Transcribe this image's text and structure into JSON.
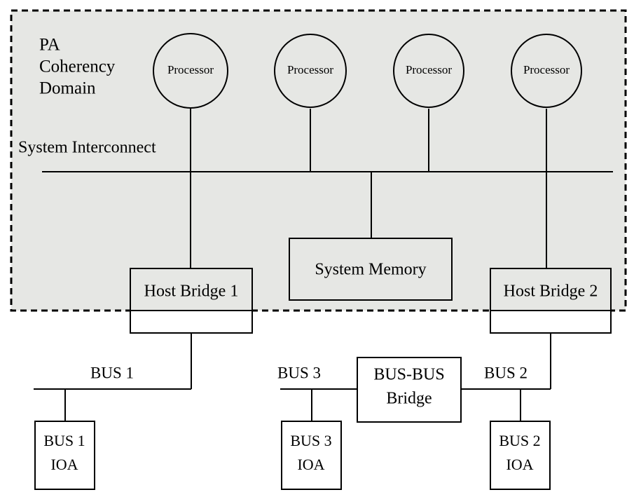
{
  "diagram": {
    "title": "PA Coherency Domain system interconnect block diagram",
    "background_color": "#ffffff",
    "domain_fill_color": "#e6e7e4",
    "line_color": "#000000"
  },
  "domain": {
    "label_line1": "PA",
    "label_line2": "Coherency",
    "label_line3": "Domain",
    "border_style": "dashed"
  },
  "interconnect": {
    "label": "System Interconnect"
  },
  "processors": [
    {
      "label": "Processor"
    },
    {
      "label": "Processor"
    },
    {
      "label": "Processor"
    },
    {
      "label": "Processor"
    }
  ],
  "memory": {
    "label": "System Memory"
  },
  "host_bridges": [
    {
      "label": "Host Bridge 1"
    },
    {
      "label": "Host Bridge 2"
    }
  ],
  "bus_bridge": {
    "label_line1": "BUS-BUS",
    "label_line2": "Bridge"
  },
  "buses": [
    {
      "label": "BUS 1"
    },
    {
      "label": "BUS 3"
    },
    {
      "label": "BUS 2"
    }
  ],
  "ioas": [
    {
      "label_line1": "BUS 1",
      "label_line2": "IOA"
    },
    {
      "label_line1": "BUS 3",
      "label_line2": "IOA"
    },
    {
      "label_line1": "BUS 2",
      "label_line2": "IOA"
    }
  ]
}
